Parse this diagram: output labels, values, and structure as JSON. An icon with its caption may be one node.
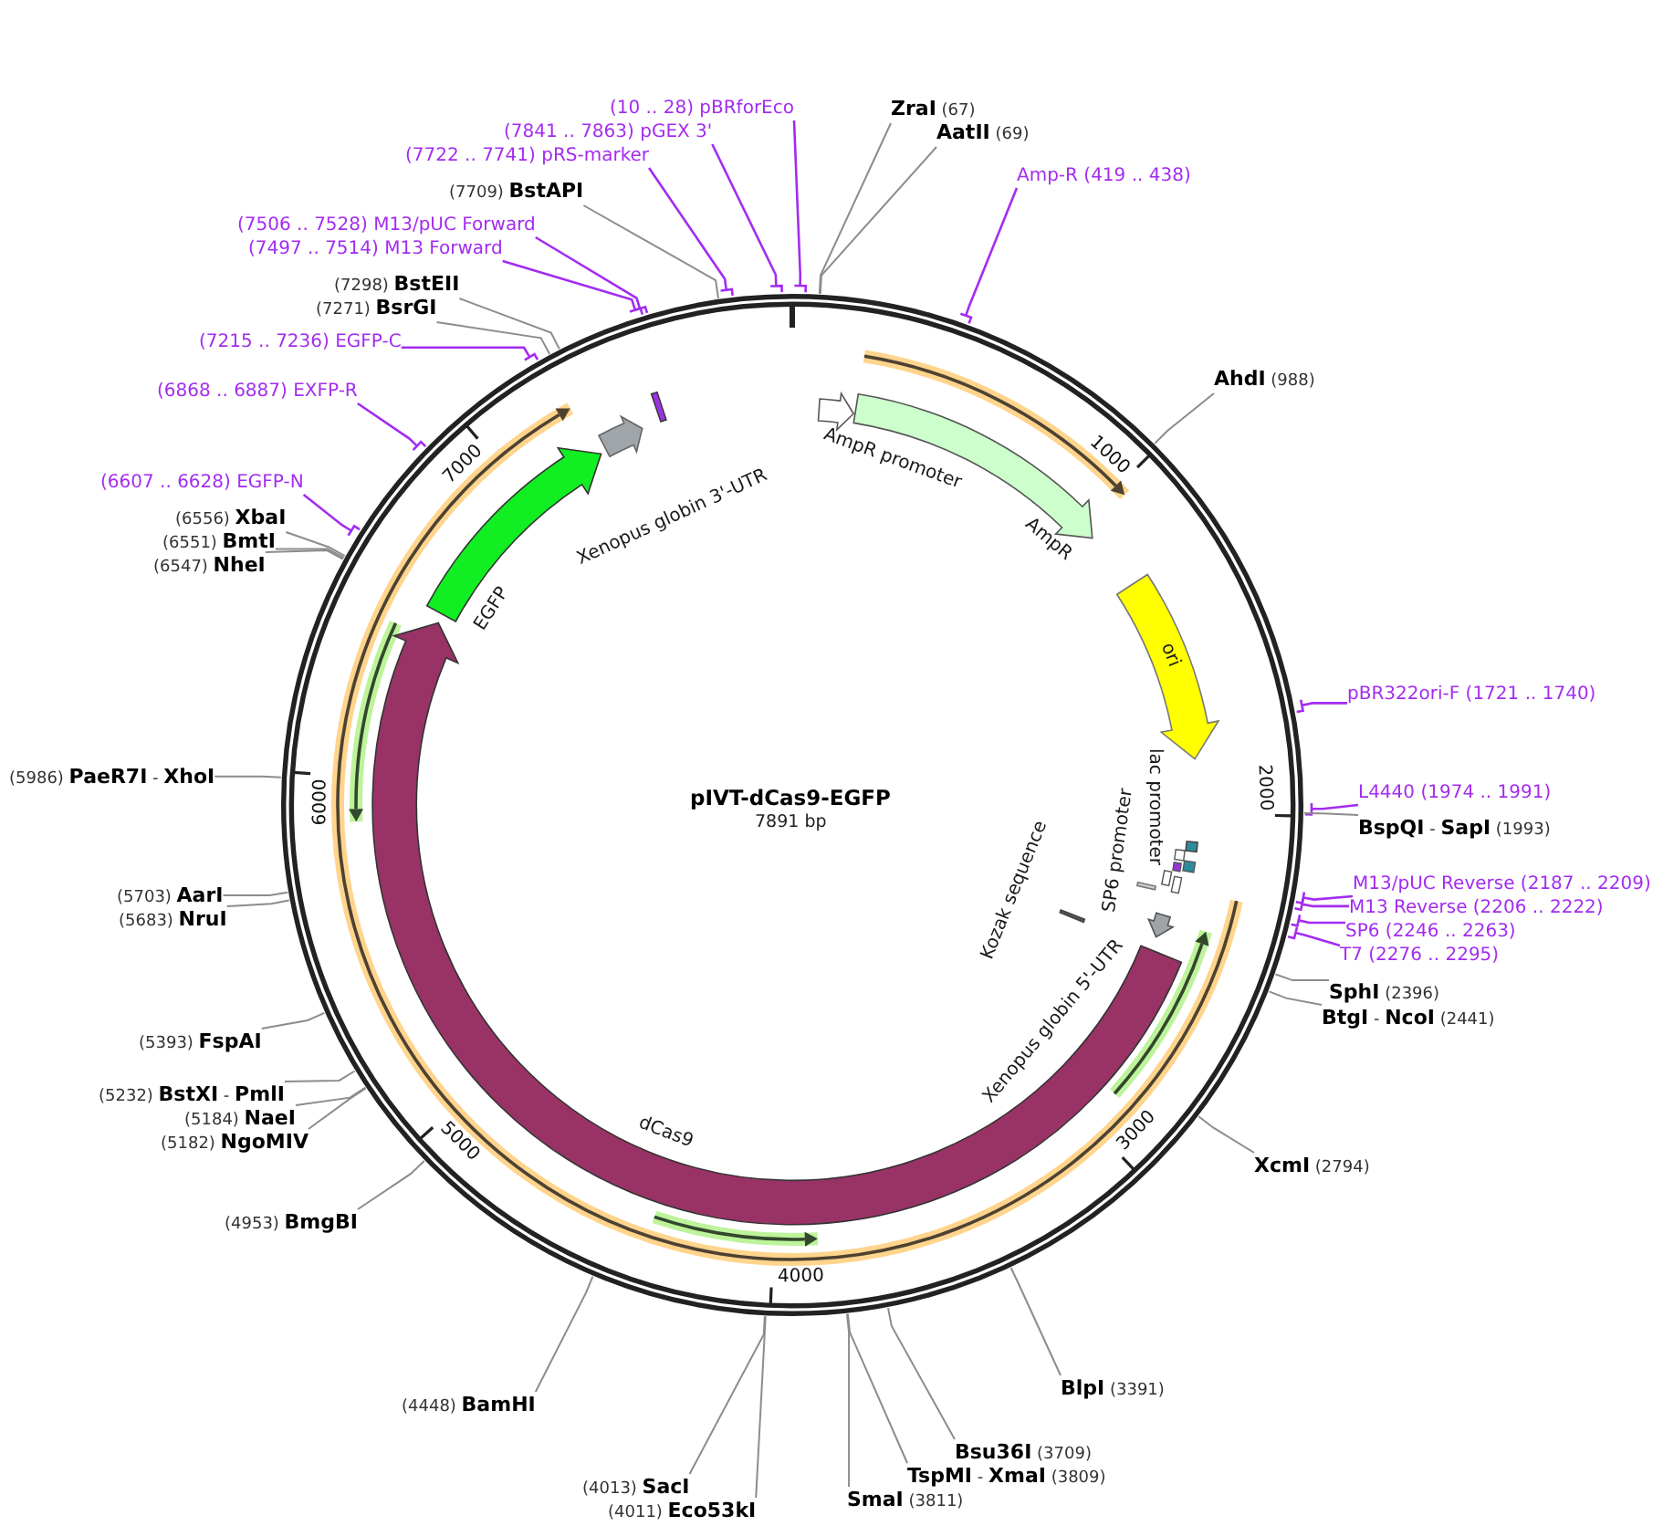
{
  "diagram": {
    "title": "pIVT-dCas9-EGFP",
    "nodes": [
      {
        "text": [
          "**ZraI** (67)"
        ]
      },
      {
        "text": [
          "**AatII** (69)"
        ]
      },
      {
        "text": [
          "Amp-R (419 .. 438)"
        ]
      },
      {
        "text": [
          "**AhdI** (988)"
        ]
      },
      {
        "text": [
          "pBR322ori-F (1721 .. 1740)"
        ]
      },
      {
        "text": [
          "L4440 (1974 .. 1991)"
        ]
      },
      {
        "text": [
          "**BspQI** - **SapI** (1993)"
        ]
      },
      {
        "text": [
          "M13/pUC Reverse (2187 .. 2209)"
        ]
      },
      {
        "text": [
          "M13 Reverse (2206 .. 2222)"
        ]
      },
      {
        "text": [
          "SP6 (2246 .. 2263)"
        ]
      },
      {
        "text": [
          "T7 (2276 .. 2295)"
        ]
      },
      {
        "text": [
          "**SphI** (2396)"
        ]
      },
      {
        "text": [
          "**BtgI** - **NcoI** (2441)"
        ]
      },
      {
        "text": [
          "**XcmI** (2794)"
        ]
      },
      {
        "text": [
          "**BlpI** (3391)"
        ]
      },
      {
        "text": [
          "**Bsu36I** (3709)"
        ]
      },
      {
        "text": [
          "**TspMI** - **XmaI** (3809)"
        ]
      },
      {
        "text": [
          "**SmaI** (3811)"
        ]
      },
      {
        "text": [
          "(4013) **SacI**"
        ]
      },
      {
        "text": [
          "(4011) **Eco53kI**"
        ]
      },
      {
        "text": [
          "(4448) **BamHI**"
        ]
      },
      {
        "text": [
          "(4953) **BmgBI**"
        ]
      },
      {
        "text": [
          "(5182) **NgoMIV**"
        ]
      },
      {
        "text": [
          "(5184) **NaeI**"
        ]
      },
      {
        "text": [
          "(5232) **BstXI** - **PmlI**"
        ]
      },
      {
        "text": [
          "(5393) **FspAI**"
        ]
      },
      {
        "text": [
          "(5683) **NruI**"
        ]
      },
      {
        "text": [
          "(5703) **AarI**"
        ]
      },
      {
        "text": [
          "(5986) **PaeR7I** - **XhoI**"
        ]
      },
      {
        "text": [
          "(6547) **NheI**"
        ]
      },
      {
        "text": [
          "(6551) **BmtI**"
        ]
      },
      {
        "text": [
          "(6556) **XbaI**"
        ]
      },
      {
        "text": [
          "(6607 .. 6628) EGFP-N"
        ]
      },
      {
        "text": [
          "(6868 .. 6887) EXFP-R"
        ]
      },
      {
        "text": [
          "(7215 .. 7236) EGFP-C"
        ]
      },
      {
        "text": [
          "(7271) **BsrGI**"
        ]
      },
      {
        "text": [
          "(7298) **BstEII**"
        ]
      },
      {
        "text": [
          "(7497 .. 7514) M13 Forward"
        ]
      },
      {
        "text": [
          "(7506 .. 7528) M13/pUC Forward"
        ]
      },
      {
        "text": [
          "(7709) **BstAPI**"
        ]
      },
      {
        "text": [
          "(7722 .. 7741) pRS-marker"
        ]
      },
      {
        "text": [
          "(7841 .. 7863) pGEX 3'"
        ]
      },
      {
        "text": [
          "(10 .. 28) pBRforEco"
        ]
      },
      {
        "text": [
          "AmpR promoter"
        ]
      },
      {
        "text": [
          "AmpR"
        ]
      },
      {
        "text": [
          "ori"
        ]
      },
      {
        "text": [
          "lac promoter"
        ]
      },
      {
        "text": [
          "SP6 promoter"
        ]
      },
      {
        "text": [
          "Kozak sequence"
        ]
      },
      {
        "text": [
          "Xenopus globin 5'-UTR"
        ]
      },
      {
        "text": [
          "dCas9"
        ]
      },
      {
        "text": [
          "EGFP"
        ]
      },
      {
        "text": [
          "Xenopus globin 3'-UTR"
        ]
      }
    ],
    "edges": [
      {
        "from": 0,
        "to": null,
        "arrow": "none"
      },
      {
        "from": 1,
        "to": null,
        "arrow": "none"
      },
      {
        "from": 2,
        "to": null,
        "arrow": "none",
        "color": "#a32cf0"
      },
      {
        "from": 3,
        "to": null,
        "arrow": "none"
      },
      {
        "from": 4,
        "to": null,
        "arrow": "none",
        "color": "#a32cf0"
      },
      {
        "from": 5,
        "to": null,
        "arrow": "none",
        "color": "#a32cf0"
      },
      {
        "from": 6,
        "to": null,
        "arrow": "none"
      },
      {
        "from": 7,
        "to": null,
        "arrow": "none",
        "color": "#a32cf0"
      },
      {
        "from": 8,
        "to": null,
        "arrow": "none",
        "color": "#a32cf0"
      },
      {
        "from": 9,
        "to": null,
        "arrow": "none",
        "color": "#a32cf0"
      },
      {
        "from": 10,
        "to": null,
        "arrow": "none",
        "color": "#a32cf0"
      },
      {
        "from": 11,
        "to": null,
        "arrow": "none"
      },
      {
        "from": 12,
        "to": null,
        "arrow": "none"
      },
      {
        "from": 13,
        "to": null,
        "arrow": "none"
      },
      {
        "from": 14,
        "to": null,
        "arrow": "none"
      },
      {
        "from": 15,
        "to": null,
        "arrow": "none"
      },
      {
        "from": 16,
        "to": null,
        "arrow": "none"
      },
      {
        "from": 17,
        "to": null,
        "arrow": "none"
      },
      {
        "from": 18,
        "to": null,
        "arrow": "none"
      },
      {
        "from": 19,
        "to": null,
        "arrow": "none"
      },
      {
        "from": 20,
        "to": null,
        "arrow": "none"
      },
      {
        "from": 21,
        "to": null,
        "arrow": "none"
      },
      {
        "from": 22,
        "to": null,
        "arrow": "none"
      },
      {
        "from": 23,
        "to": null,
        "arrow": "none"
      },
      {
        "from": 24,
        "to": null,
        "arrow": "none"
      },
      {
        "from": 25,
        "to": null,
        "arrow": "none"
      },
      {
        "from": 26,
        "to": null,
        "arrow": "none"
      },
      {
        "from": 27,
        "to": null,
        "arrow": "none"
      },
      {
        "from": 28,
        "to": null,
        "arrow": "none"
      },
      {
        "from": 29,
        "to": null,
        "arrow": "none"
      },
      {
        "from": 30,
        "to": null,
        "arrow": "none"
      },
      {
        "from": 31,
        "to": null,
        "arrow": "none"
      },
      {
        "from": 32,
        "to": null,
        "arrow": "none",
        "color": "#a32cf0"
      },
      {
        "from": 33,
        "to": null,
        "arrow": "none",
        "color": "#a32cf0"
      },
      {
        "from": 34,
        "to": null,
        "arrow": "none",
        "color": "#a32cf0"
      },
      {
        "from": 35,
        "to": null,
        "arrow": "none"
      },
      {
        "from": 36,
        "to": null,
        "arrow": "none"
      },
      {
        "from": 37,
        "to": null,
        "arrow": "none",
        "color": "#a32cf0"
      },
      {
        "from": 38,
        "to": null,
        "arrow": "none",
        "color": "#a32cf0"
      },
      {
        "from": 39,
        "to": null,
        "arrow": "none"
      },
      {
        "from": 40,
        "to": null,
        "arrow": "none",
        "color": "#a32cf0"
      },
      {
        "from": 41,
        "to": null,
        "arrow": "none",
        "color": "#a32cf0"
      },
      {
        "from": 42,
        "to": null,
        "arrow": "none",
        "color": "#a32cf0"
      }
    ],
    "labels": [
      "1000",
      "2000",
      "3000",
      "4000",
      "5000",
      "6000",
      "7000",
      "7891 bp"
    ]
  }
}
